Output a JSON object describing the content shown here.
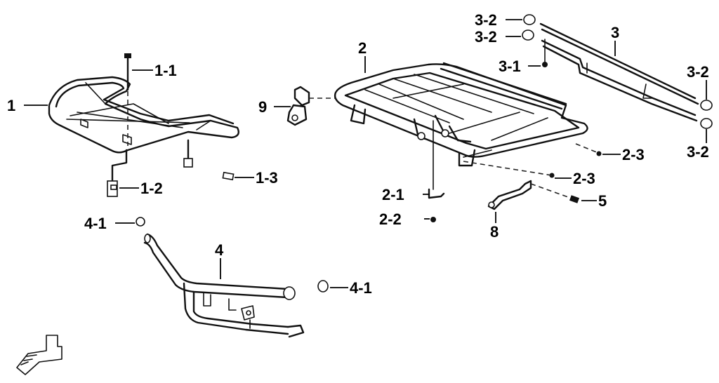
{
  "callouts": {
    "c1": "1",
    "c1_1": "1-1",
    "c1_2": "1-2",
    "c1_3": "1-3",
    "c2": "2",
    "c2_1": "2-1",
    "c2_2": "2-2",
    "c2_3a": "2-3",
    "c2_3b": "2-3",
    "c3": "3",
    "c3_1": "3-1",
    "c3_2a": "3-2",
    "c3_2b": "3-2",
    "c3_2c": "3-2",
    "c3_2d": "3-2",
    "c4": "4",
    "c4_1a": "4-1",
    "c4_1b": "4-1",
    "c5": "5",
    "c8": "8",
    "c9": "9"
  },
  "icons": {
    "front_arrow": "front-direction-arrow-icon"
  },
  "colors": {
    "ink": "#111111",
    "background": "#ffffff"
  }
}
